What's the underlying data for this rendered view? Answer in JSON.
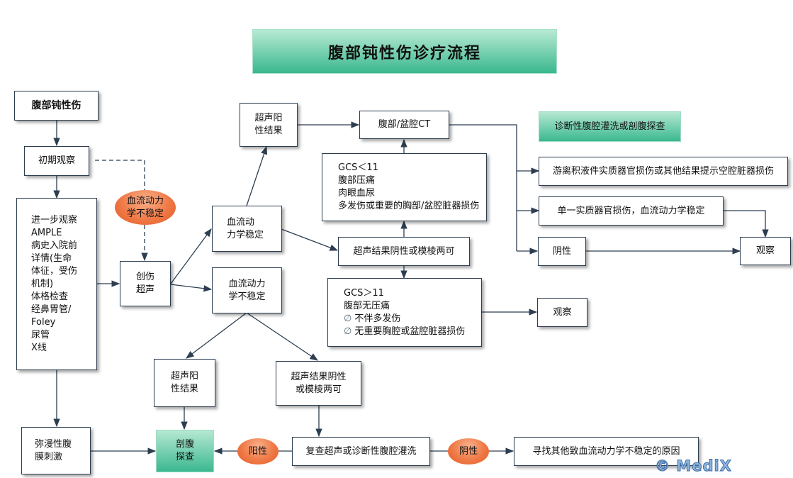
{
  "title": "腹部钝性伤诊疗流程",
  "nodes": {
    "blunt_trauma": "腹部钝性伤",
    "initial_obs": "初期观察",
    "further_obs": "进一步观察\nAMPLE\n病史入院前\n详情(生命\n体征，受伤\n机制)\n体格检查\n经鼻胃管/\nFoley\n尿管\nX线",
    "fast": "创伤\n超声",
    "unstable_oval": "血流动力\n学不稳定",
    "stable": "血流动\n力学稳定",
    "unstable": "血流动力\n学不稳定",
    "us_positive_top": "超声阳\n性结果",
    "ct": "腹部/盆腔CT",
    "gcs_low": {
      "lines": [
        "GCS＜11",
        "腹部压痛",
        "肉眼血尿",
        "多发伤或重要的胸部/盆腔脏器损伤"
      ]
    },
    "us_negative_mid": "超声结果阴性或模棱两可",
    "gcs_high": {
      "lines": [
        "GCS＞11",
        "腹部无压痛"
      ],
      "negated": [
        "不伴多发伤",
        "无重要胸腔或盆腔脏器损伤"
      ],
      "negation_symbol": "∅"
    },
    "observe_mid": "观察",
    "dpl_or_lap": "诊断性腹腔灌洗或剖腹探查",
    "free_fluid": "游离积液件实质器官损伤或其他结果提示空腔脏器损伤",
    "single_organ": "单一实质器官损伤，血流动力学稳定",
    "negative": "阴性",
    "observe_right": "观察",
    "us_positive_bottom": "超声阳\n性结果",
    "us_negative_bottom": "超声结果阴性\n或模棱两可",
    "peritonitis": "弥漫性腹\n膜刺激",
    "laparotomy": "剖腹\n探查",
    "positive_oval": "阳性",
    "repeat_us": "复查超声或诊断性腹腔灌洗",
    "negative_oval": "阴性",
    "other_cause": "寻找其他致血流动力学不稳定的原因"
  },
  "watermark": "© MediX",
  "colors": {
    "line": "#2c3e50",
    "green_top": "#b5e8d3",
    "green_bottom": "#3bb890",
    "oval": "#ef7a47"
  }
}
